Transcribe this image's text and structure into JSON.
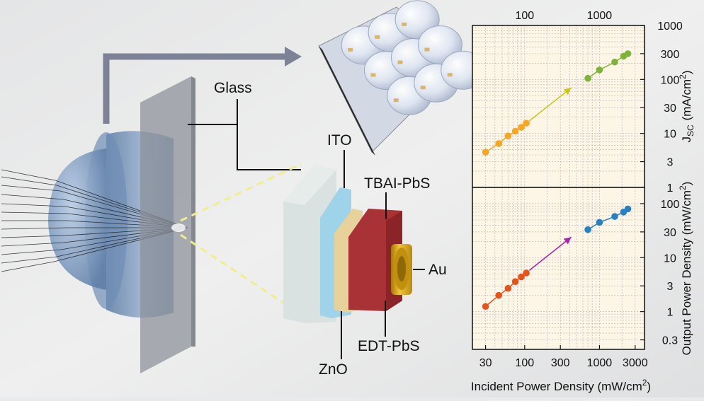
{
  "labels": {
    "glass": "Glass",
    "ito": "ITO",
    "tbai_pbs": "TBAI-PbS",
    "au": "Au",
    "edt_pbs": "EDT-PbS",
    "zno": "ZnO"
  },
  "colors": {
    "background": "#e9eaeb",
    "lens": "#7f9fc6",
    "plate": "#8f939c",
    "arrow": "#7d8296",
    "ito": "#9fd3ea",
    "zno": "#e6d29a",
    "pbs": "#a83236",
    "au": "#d6a011",
    "plot_bg": "#fdf5e6",
    "dash_yellow": "#f2ed8c"
  },
  "chart_data": [
    {
      "type": "scatter",
      "xscale": "log",
      "yscale": "log",
      "xlim": [
        20,
        4000
      ],
      "ylim": [
        1,
        1000
      ],
      "top_ticks": [
        "100",
        "1000"
      ],
      "yticks": [
        "1000",
        "300",
        "100",
        "30",
        "10",
        "3",
        "1"
      ],
      "ylabel_main": "J",
      "ylabel_sub": "SC",
      "ylabel_unit": "(mA/cm",
      "ylabel_sup": "2",
      "ylabel_end": ")",
      "grid": true,
      "series": [
        {
          "color": "#f5a623",
          "x": [
            30,
            45,
            60,
            75,
            90,
            105
          ],
          "y": [
            4.5,
            6.5,
            9,
            11,
            13,
            15.5
          ]
        },
        {
          "color": "#7fb23b",
          "x": [
            700,
            1000,
            1600,
            2100,
            2400
          ],
          "y": [
            105,
            150,
            210,
            270,
            300
          ]
        }
      ],
      "arrows": [
        {
          "color": "#c7c91f",
          "from": [
            115,
            17
          ],
          "to": [
            420,
            70
          ]
        }
      ]
    },
    {
      "type": "scatter",
      "xscale": "log",
      "yscale": "log",
      "xlim": [
        20,
        4000
      ],
      "ylim": [
        0.2,
        200
      ],
      "xticks": [
        "30",
        "100",
        "300",
        "1000",
        "3000"
      ],
      "yticks": [
        "100",
        "30",
        "10",
        "3",
        "1",
        "0.3"
      ],
      "ylabel": "Output Power Density (mW/cm",
      "ylabel_sup": "2",
      "ylabel_end": ")",
      "xlabel": "Incident Power Density (mW/cm",
      "xlabel_sup": "2",
      "xlabel_end": ")",
      "grid": true,
      "series": [
        {
          "color": "#e5531a",
          "x": [
            30,
            45,
            60,
            75,
            90,
            105
          ],
          "y": [
            1.25,
            2.0,
            2.7,
            3.6,
            4.4,
            5.2
          ]
        },
        {
          "color": "#2a7fc1",
          "x": [
            700,
            1000,
            1600,
            2100,
            2400
          ],
          "y": [
            33,
            45,
            58,
            70,
            80
          ]
        }
      ],
      "arrows": [
        {
          "color": "#a628b0",
          "from": [
            115,
            5.8
          ],
          "to": [
            420,
            24
          ]
        }
      ]
    }
  ]
}
